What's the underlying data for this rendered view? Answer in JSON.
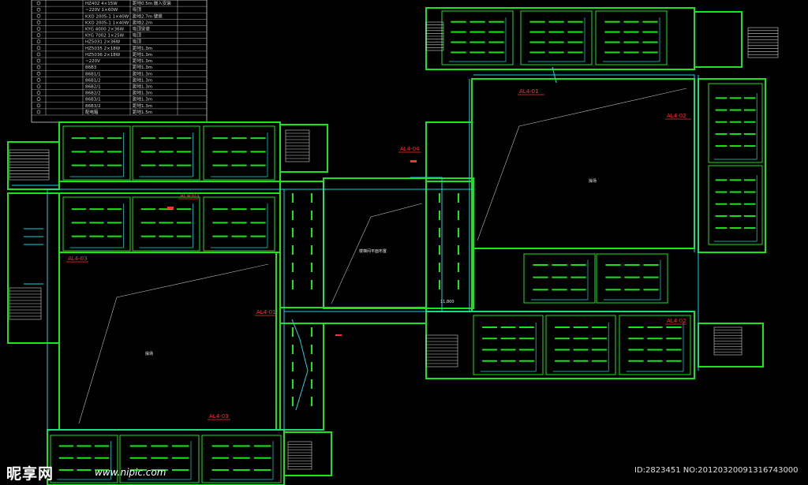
{
  "legend": {
    "rows": [
      "HZ402 4×15W",
      "~220V 1×60W",
      "KXD 2005-1 1×40W",
      "KXD 2005-1 1×40W",
      "KYG 4000 2×36W",
      "KYG 7002 1×25W",
      "HZ5031 2×36W",
      "HZ5035 2×18W",
      "HZ5036 2×18W",
      "~220V",
      "86B3",
      "86B1/1",
      "86B1/2",
      "86B2/1",
      "86B2/2",
      "86B3/1",
      "86B3/2",
      "配电箱"
    ],
    "install": [
      "距地0.5m 嵌入安装",
      "吸顶",
      "距地2.7m 壁装",
      "距地2.2m",
      "吸顶安装",
      "吸顶",
      "吸顶",
      "距地1.3m",
      "距地1.3m",
      "距地1.3m",
      "距地1.3m",
      "距地1.3m",
      "距地1.3m",
      "距地1.3m",
      "距地1.3m",
      "距地1.3m",
      "距地1.3m",
      "距地1.5m"
    ]
  },
  "panel_labels": {
    "al4_top_right": "AL4-01",
    "al4_right": "AL4-02",
    "al4_corridor": "AL4-04",
    "al4_west": "AL4-03",
    "al4_mid_left": "AL4-03",
    "al4_mid": "AL4-01",
    "al4_bottom_right": "AL4-02",
    "al4_bottom": "AL4-03"
  },
  "courtyard_labels": {
    "left": "操场",
    "center": "楼梯间平面布置",
    "right": "操场"
  },
  "dimension_label": "11,800",
  "watermark": {
    "logo": "昵享网",
    "url": "www.nipic.com",
    "id": "ID:2823451 NO:20120320091316743000"
  }
}
